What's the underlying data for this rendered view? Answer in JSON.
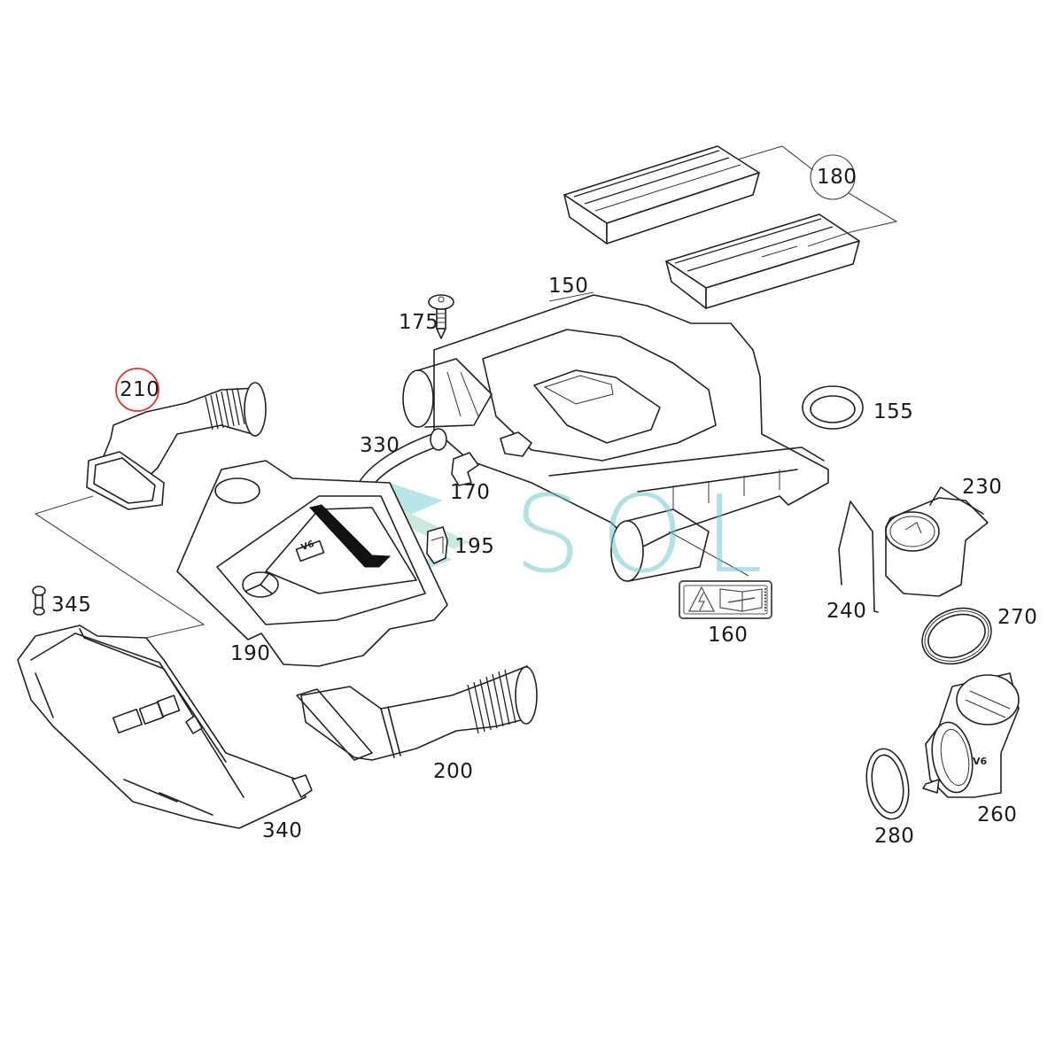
{
  "diagram": {
    "type": "exploded-parts-diagram",
    "subject": "Air intake / air filter housing assembly (V6)",
    "highlight_color": "#e03030",
    "line_color": "#222222",
    "highlighted_part": "210"
  },
  "watermark": {
    "text": "SOL",
    "color": "#6ec9d0",
    "logo_colors": [
      "#7fd0d6",
      "#9fdcc0",
      "#6fb8e0"
    ]
  },
  "parts": [
    {
      "id": "150",
      "label": "150",
      "description": "air filter housing"
    },
    {
      "id": "155",
      "label": "155",
      "description": "seal ring"
    },
    {
      "id": "160",
      "label": "160",
      "description": "warning label"
    },
    {
      "id": "170",
      "label": "170",
      "description": "clip"
    },
    {
      "id": "175",
      "label": "175",
      "description": "screw"
    },
    {
      "id": "180",
      "label": "180",
      "description": "air filter elements (2)"
    },
    {
      "id": "190",
      "label": "190",
      "description": "engine cover"
    },
    {
      "id": "195",
      "label": "195",
      "description": "clip nut"
    },
    {
      "id": "200",
      "label": "200",
      "description": "intake air duct, right"
    },
    {
      "id": "210",
      "label": "210",
      "description": "intake air duct, left",
      "highlighted": true
    },
    {
      "id": "230",
      "label": "230",
      "description": "air mass sensor"
    },
    {
      "id": "240",
      "label": "240",
      "description": "wire bracket"
    },
    {
      "id": "260",
      "label": "260",
      "description": "intake connector (V6)"
    },
    {
      "id": "270",
      "label": "270",
      "description": "seal ring"
    },
    {
      "id": "280",
      "label": "280",
      "description": "seal ring"
    },
    {
      "id": "330",
      "label": "330",
      "description": "vent hose"
    },
    {
      "id": "340",
      "label": "340",
      "description": "air guide / lower intake duct"
    },
    {
      "id": "345",
      "label": "345",
      "description": "expanding rivet"
    }
  ],
  "callouts": {
    "p150": "150",
    "p155": "155",
    "p160": "160",
    "p170": "170",
    "p175": "175",
    "p180": "180",
    "p190": "190",
    "p195": "195",
    "p200": "200",
    "p210": "210",
    "p230": "230",
    "p240": "240",
    "p260": "260",
    "p270": "270",
    "p280": "280",
    "p330": "330",
    "p340": "340",
    "p345": "345"
  },
  "embossed_text": {
    "engine_cover_badge": "V6",
    "connector_badge": "V6"
  }
}
